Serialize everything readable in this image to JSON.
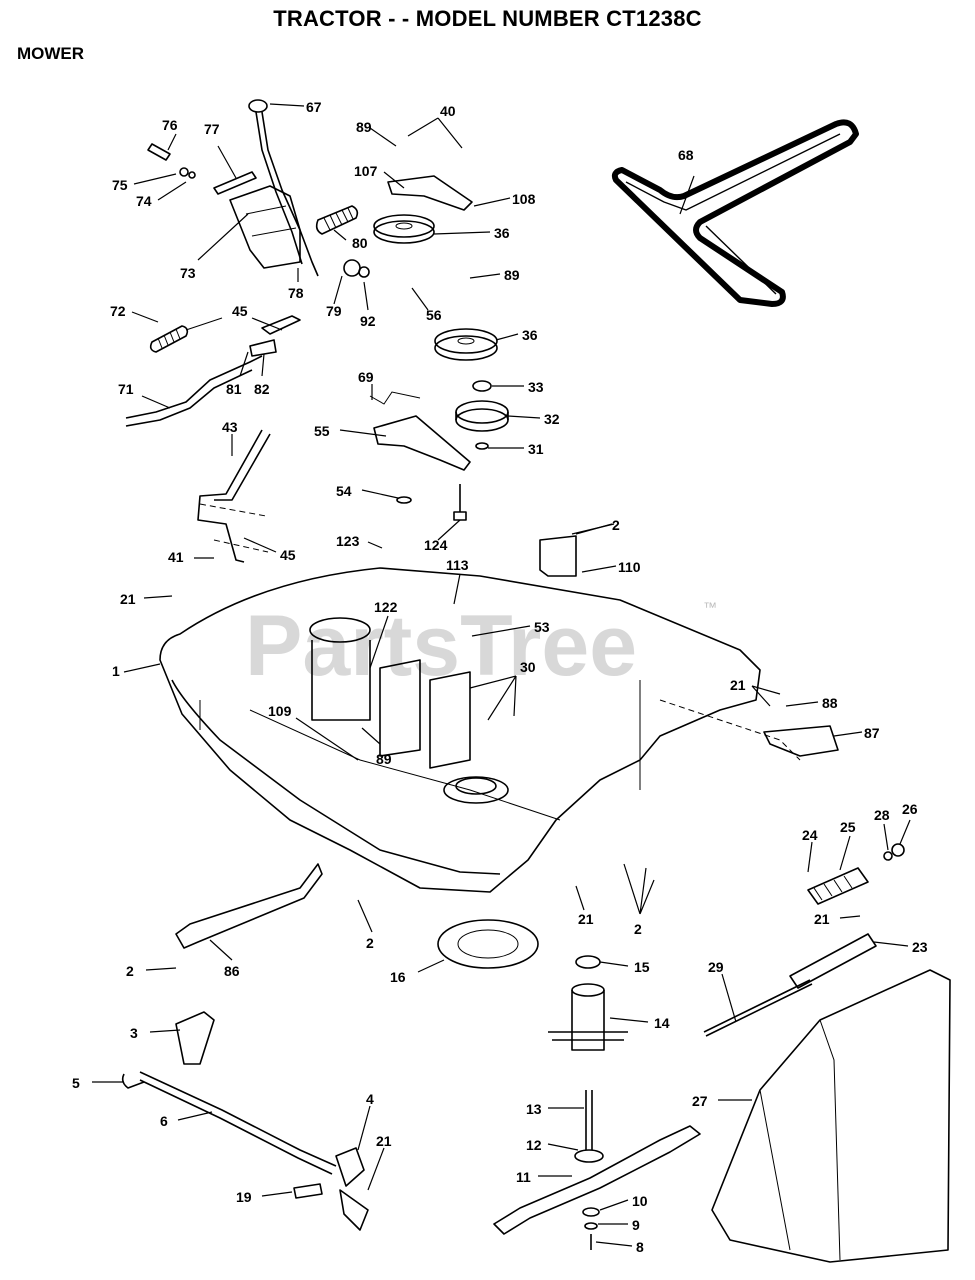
{
  "title": "TRACTOR - - MODEL NUMBER CT1238C",
  "section": "MOWER",
  "watermark": {
    "text": "PartsTree",
    "mark": "™"
  },
  "callouts": [
    "67",
    "76",
    "77",
    "75",
    "74",
    "73",
    "78",
    "79",
    "92",
    "80",
    "72",
    "45",
    "81",
    "82",
    "71",
    "43",
    "41",
    "45",
    "21",
    "89",
    "40",
    "107",
    "108",
    "36",
    "89",
    "56",
    "36",
    "33",
    "32",
    "31",
    "69",
    "55",
    "54",
    "124",
    "123",
    "113",
    "122",
    "53",
    "30",
    "109",
    "89",
    "1",
    "2",
    "110",
    "68",
    "21",
    "88",
    "87",
    "24",
    "25",
    "28",
    "26",
    "21",
    "23",
    "2",
    "21",
    "2",
    "86",
    "16",
    "15",
    "14",
    "29",
    "27",
    "3",
    "5",
    "6",
    "4",
    "21",
    "19",
    "13",
    "12",
    "11",
    "10",
    "9",
    "8",
    "2"
  ]
}
